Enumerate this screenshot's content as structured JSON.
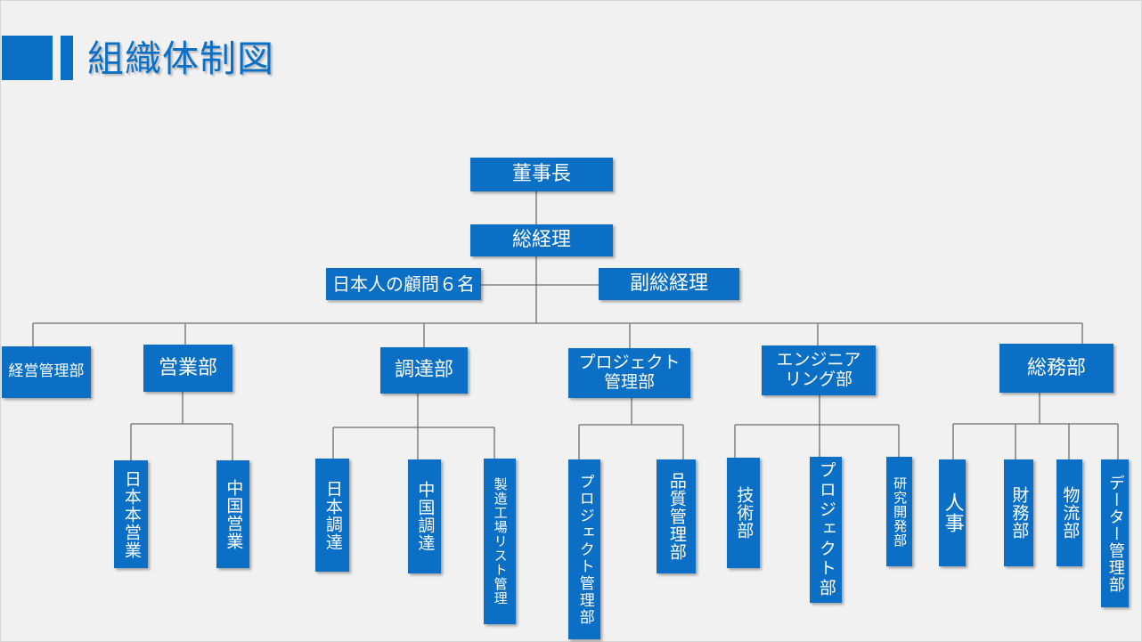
{
  "title": "組織体制図",
  "colors": {
    "box": "#0b6fc6",
    "line": "#6e6e6e",
    "background": "#f1f1f1"
  },
  "nodes": {
    "chairman": "董事長",
    "gm": "総経理",
    "advisors": "日本人の顧問６名",
    "deputy": "副総経理",
    "mgmt": "経営管理部",
    "sales": "営業部",
    "procure": "調達部",
    "pm": "プロジェクト\n管理部",
    "eng": "エンジニア\nリング部",
    "ga": "総務部",
    "jpsales": "日本本営業",
    "cnsales": "中国営業",
    "jpproc": "日本調達",
    "cnproc": "中国調達",
    "factory": "製造工場リスト管理",
    "pmsub": "プロジェクト管理部",
    "quality": "品質管理部",
    "tech": "技術部",
    "proj": "プロジェクト部",
    "rnd": "研究開発部",
    "hr": "人事",
    "finance": "財務部",
    "logistics": "物流部",
    "data": "データー管理部"
  }
}
